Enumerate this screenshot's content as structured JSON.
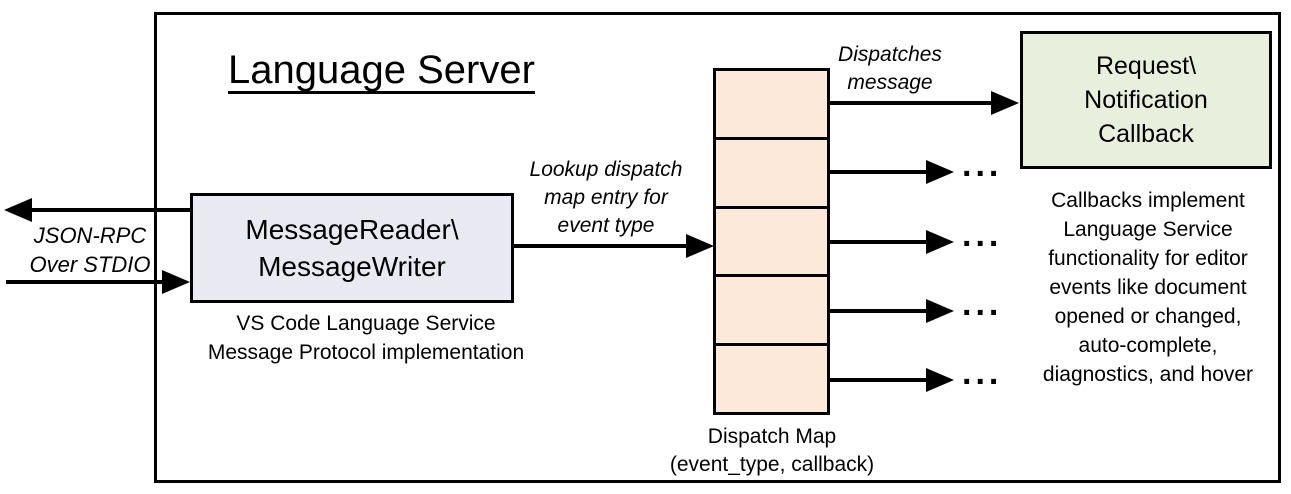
{
  "diagram": {
    "title": "Language Server",
    "colors": {
      "reader_box_fill": "#e9e9f2",
      "dispatch_cell_fill": "#fce9da",
      "callback_box_fill": "#e9efdd",
      "line_color": "#000000"
    },
    "io_label": {
      "lines": [
        "JSON-RPC",
        "Over STDIO"
      ]
    },
    "reader_box": {
      "lines": [
        "MessageReader\\",
        "MessageWriter"
      ]
    },
    "reader_caption": {
      "lines": [
        "VS Code Language Service",
        "Message Protocol implementation"
      ]
    },
    "lookup_label": {
      "lines": [
        "Lookup dispatch",
        "map entry for",
        "event type"
      ]
    },
    "dispatches_label": {
      "lines": [
        "Dispatches",
        "message"
      ]
    },
    "dispatch_map": {
      "rows": 5,
      "ellipsis": "...",
      "label_lines": [
        "Dispatch Map",
        "(event_type, callback)"
      ]
    },
    "callback_box": {
      "lines": [
        "Request\\",
        "Notification",
        "Callback"
      ]
    },
    "callback_note": {
      "lines": [
        "Callbacks implement",
        "Language Service",
        "functionality for editor",
        "events like document",
        "opened or changed,",
        "auto-complete,",
        "diagnostics, and hover"
      ]
    }
  }
}
